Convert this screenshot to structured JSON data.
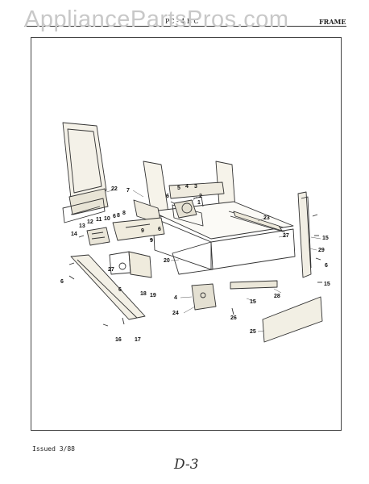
{
  "watermark": "AppliancePartsPros.com",
  "header": {
    "left_text": "PC - 4 B C",
    "right_text": "FRAME"
  },
  "callouts": [
    {
      "id": "c22",
      "text": "22"
    },
    {
      "id": "c7",
      "text": "7"
    },
    {
      "id": "c6a",
      "text": "6"
    },
    {
      "id": "c5",
      "text": "5"
    },
    {
      "id": "c4a",
      "text": "4"
    },
    {
      "id": "c3",
      "text": "3"
    },
    {
      "id": "c2",
      "text": "2"
    },
    {
      "id": "c1",
      "text": "1"
    },
    {
      "id": "c23",
      "text": "23"
    },
    {
      "id": "c8a",
      "text": "8"
    },
    {
      "id": "c8b",
      "text": "8"
    },
    {
      "id": "c6b",
      "text": "6"
    },
    {
      "id": "c13",
      "text": "13"
    },
    {
      "id": "c12",
      "text": "12"
    },
    {
      "id": "c11",
      "text": "11"
    },
    {
      "id": "c10",
      "text": "10"
    },
    {
      "id": "c14",
      "text": "14"
    },
    {
      "id": "c9a",
      "text": "9"
    },
    {
      "id": "c6c",
      "text": "6"
    },
    {
      "id": "c9b",
      "text": "9"
    },
    {
      "id": "c27a",
      "text": "27"
    },
    {
      "id": "c15a",
      "text": "15"
    },
    {
      "id": "c29",
      "text": "29"
    },
    {
      "id": "c6d",
      "text": "6"
    },
    {
      "id": "c20",
      "text": "20"
    },
    {
      "id": "c15b",
      "text": "15"
    },
    {
      "id": "c6e",
      "text": "6"
    },
    {
      "id": "c27b",
      "text": "27"
    },
    {
      "id": "c6f",
      "text": "6"
    },
    {
      "id": "c18",
      "text": "18"
    },
    {
      "id": "c19",
      "text": "19"
    },
    {
      "id": "c28",
      "text": "28"
    },
    {
      "id": "c4b",
      "text": "4"
    },
    {
      "id": "c15c",
      "text": "15"
    },
    {
      "id": "c24",
      "text": "24"
    },
    {
      "id": "c26",
      "text": "26"
    },
    {
      "id": "c25",
      "text": "25"
    },
    {
      "id": "c16",
      "text": "16"
    },
    {
      "id": "c17",
      "text": "17"
    }
  ],
  "footer": {
    "issued": "Issued 3/88",
    "page": "D-3"
  }
}
